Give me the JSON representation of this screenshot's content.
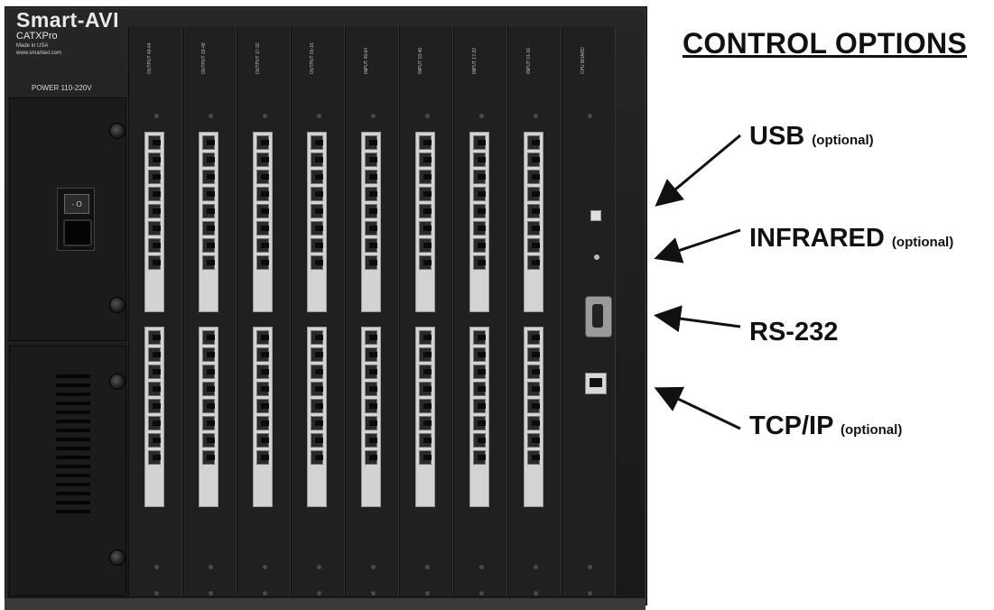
{
  "device": {
    "brand": "Smart-AVI",
    "model": "CATXPro",
    "made_in": "Made in USA",
    "website": "www.smartavi.com",
    "power_label": "POWER 110-220V",
    "card_labels": [
      "OUTPUT 49-64",
      "OUTPUT 33-48",
      "OUTPUT 17-32",
      "OUTPUT 01-16",
      "INPUT 49-64",
      "INPUT 33-48",
      "INPUT 17-32",
      "INPUT 01-16",
      "CPU BOARD"
    ],
    "switch_text": "- O"
  },
  "control_options": {
    "title": "CONTROL OPTIONS",
    "items": [
      {
        "name": "USB",
        "note": "(optional)"
      },
      {
        "name": "INFRARED",
        "note": "(optional)"
      },
      {
        "name": "RS-232",
        "note": ""
      },
      {
        "name": "TCP/IP",
        "note": "(optional)"
      }
    ]
  },
  "colors": {
    "chassis": "#222222",
    "port_frame": "#d3d3d3",
    "text": "#111111"
  }
}
